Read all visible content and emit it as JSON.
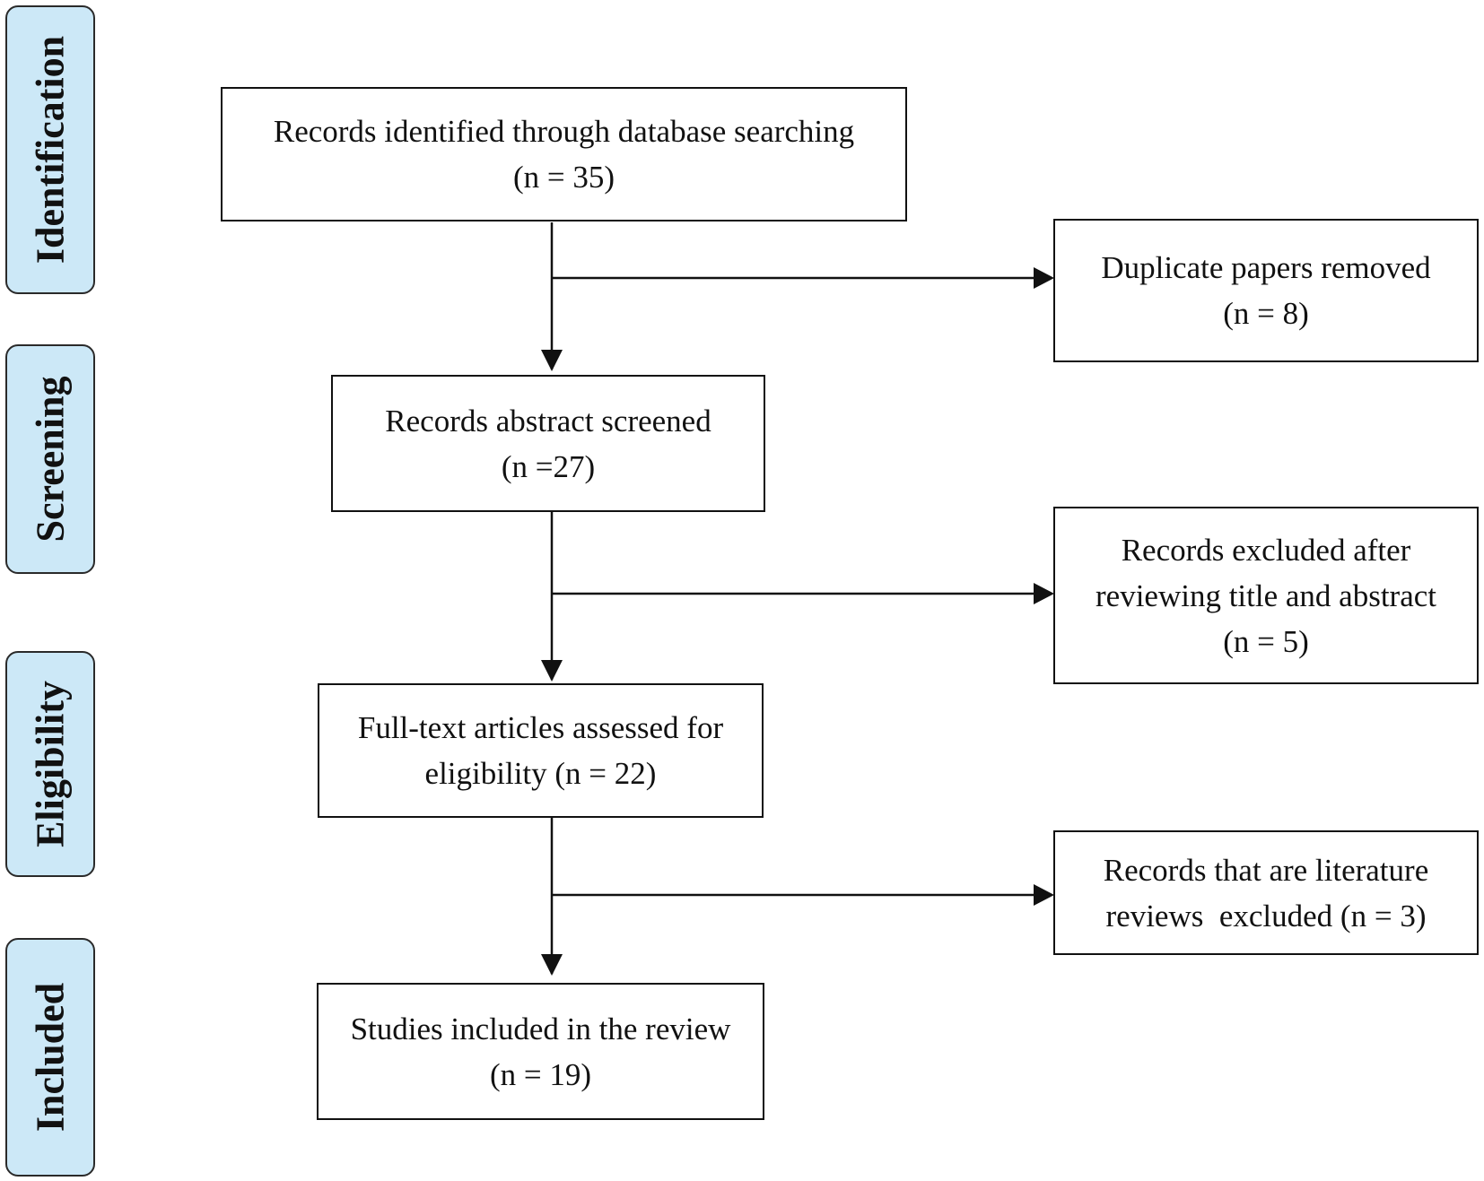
{
  "stages": {
    "identification": "Identification",
    "screening": "Screening",
    "eligibility": "Eligibility",
    "included": "Included"
  },
  "boxes": {
    "identified": {
      "line1": "Records identified through database searching",
      "line2": "(n = 35)"
    },
    "duplicates": {
      "line1": "Duplicate papers removed",
      "line2": "(n = 8)"
    },
    "screened": {
      "line1": "Records abstract screened",
      "line2": "(n =27)"
    },
    "excluded_abstract": {
      "line1": "Records excluded after",
      "line2": "reviewing title and abstract",
      "line3": "(n = 5)"
    },
    "fulltext": {
      "line1": "Full-text articles assessed for",
      "line2": "eligibility (n = 22)"
    },
    "excluded_reviews": {
      "line1": "Records that are literature",
      "line2": "reviews  excluded (n = 3)"
    },
    "included": {
      "line1": "Studies included in the review",
      "line2": "(n = 19)"
    }
  }
}
